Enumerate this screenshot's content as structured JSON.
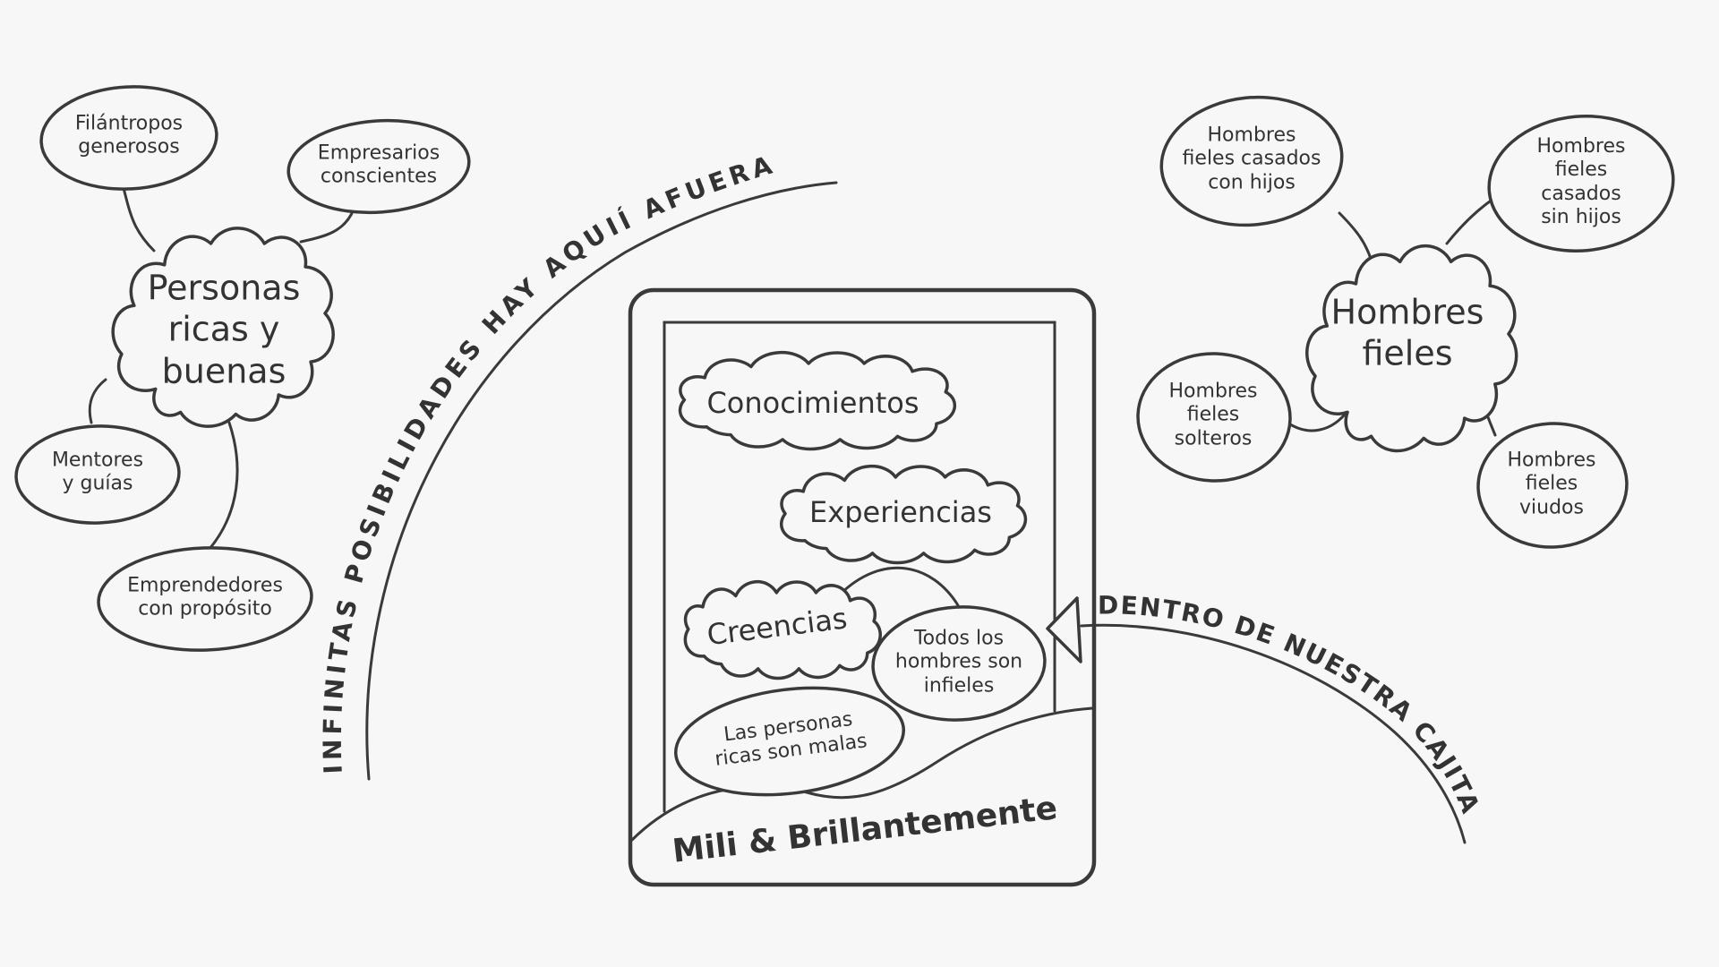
{
  "theme": {
    "background": "#f7f7f7",
    "ink": "#3a3a3a",
    "text": "#333333"
  },
  "outside_world": {
    "arc_label": "INFINITAS POSIBILIDADES HAY AQUIÍ AFUERA",
    "cloud_label": "Personas\nricas y\nbuenas",
    "bubbles": [
      {
        "label": "Filántropos\ngenerosos"
      },
      {
        "label": "Empresarios\nconscientes"
      },
      {
        "label": "Mentores\ny guías"
      },
      {
        "label": "Emprendedores\ncon propósito"
      }
    ]
  },
  "box": {
    "arc_label": "DENTRO DE NUESTRA CAJITA",
    "clouds": [
      {
        "label": "Conocimientos"
      },
      {
        "label": "Experiencias"
      },
      {
        "label": "Creencias"
      }
    ],
    "beliefs": [
      {
        "label": "Todos los\nhombres son\ninfieles"
      },
      {
        "label": "Las personas\nricas son malas"
      }
    ],
    "signature": "Mili & Brillantemente"
  },
  "faithful_men": {
    "cloud_label": "Hombres\nfieles",
    "bubbles": [
      {
        "label": "Hombres\nfieles casados\ncon hijos"
      },
      {
        "label": "Hombres\nfieles casados\nsin hijos"
      },
      {
        "label": "Hombres\nfieles\nsolteros"
      },
      {
        "label": "Hombres\nfieles\nviudos"
      }
    ]
  }
}
